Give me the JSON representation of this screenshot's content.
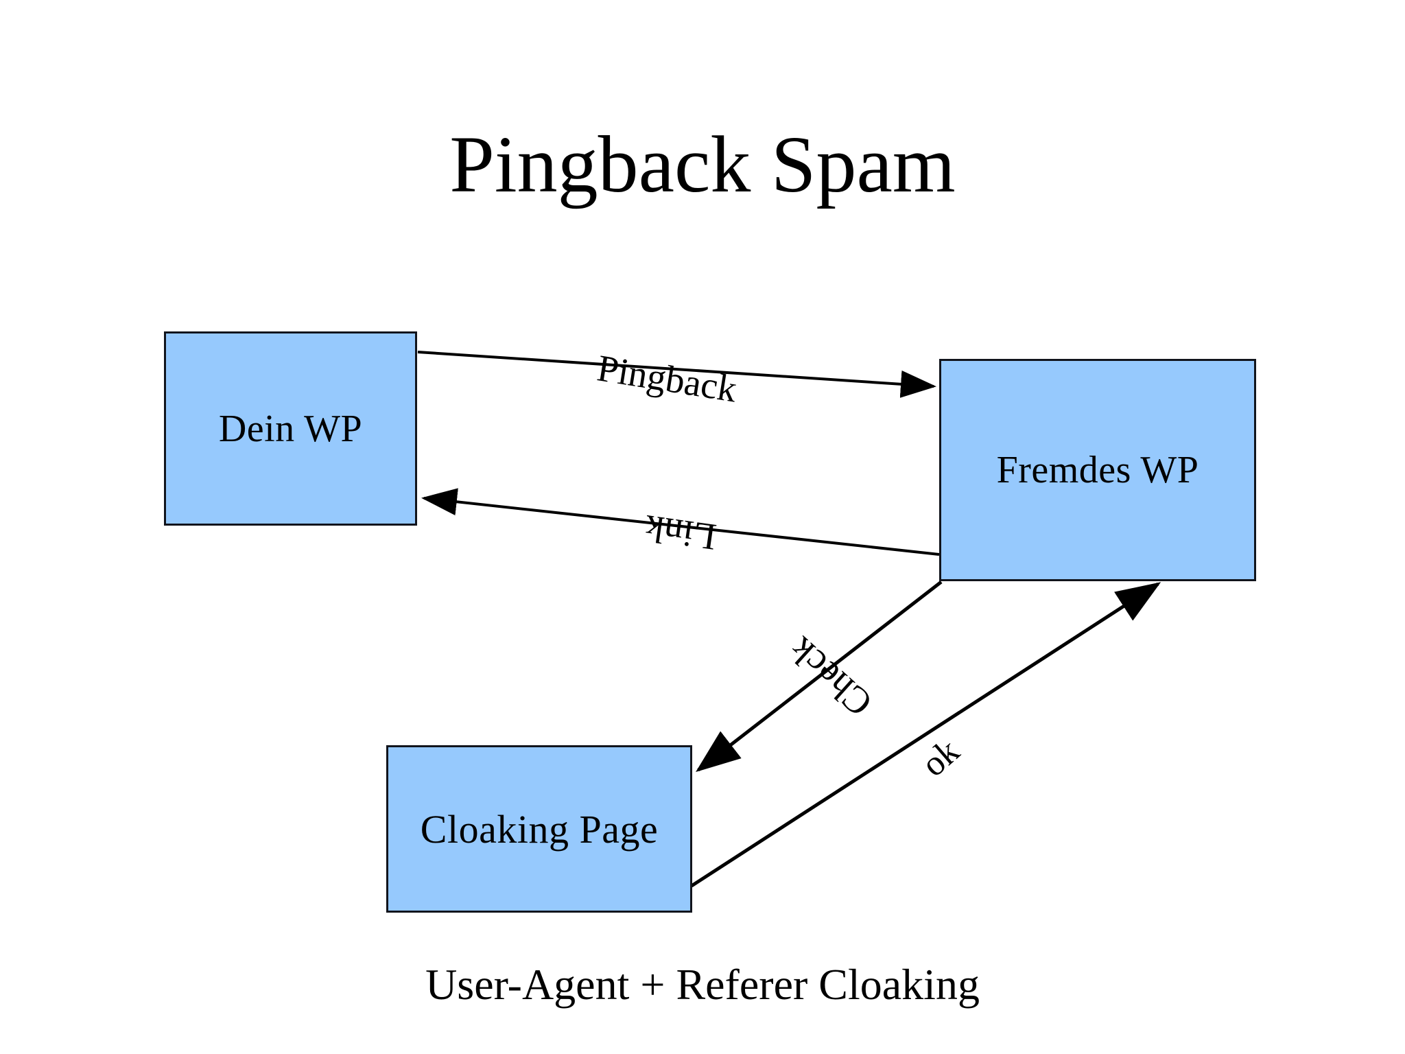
{
  "slide": {
    "title": "Pingback Spam",
    "caption": "User-Agent + Referer Cloaking",
    "background_color": "#ffffff",
    "box_fill_color": "#96C9FD",
    "box_border_color": "#11141c",
    "text_color": "#000000"
  },
  "diagram": {
    "type": "flow",
    "nodes": [
      {
        "id": "dein-wp",
        "label": "Dein WP"
      },
      {
        "id": "fremdes-wp",
        "label": "Fremdes WP"
      },
      {
        "id": "cloaking-page",
        "label": "Cloaking Page"
      }
    ],
    "edges": [
      {
        "id": "pingback",
        "label": "Pingback",
        "from": "dein-wp",
        "to": "fremdes-wp"
      },
      {
        "id": "link",
        "label": "Link",
        "from": "fremdes-wp",
        "to": "dein-wp"
      },
      {
        "id": "check",
        "label": "Check",
        "from": "fremdes-wp",
        "to": "cloaking-page"
      },
      {
        "id": "ok",
        "label": "ok",
        "from": "cloaking-page",
        "to": "fremdes-wp"
      }
    ]
  }
}
